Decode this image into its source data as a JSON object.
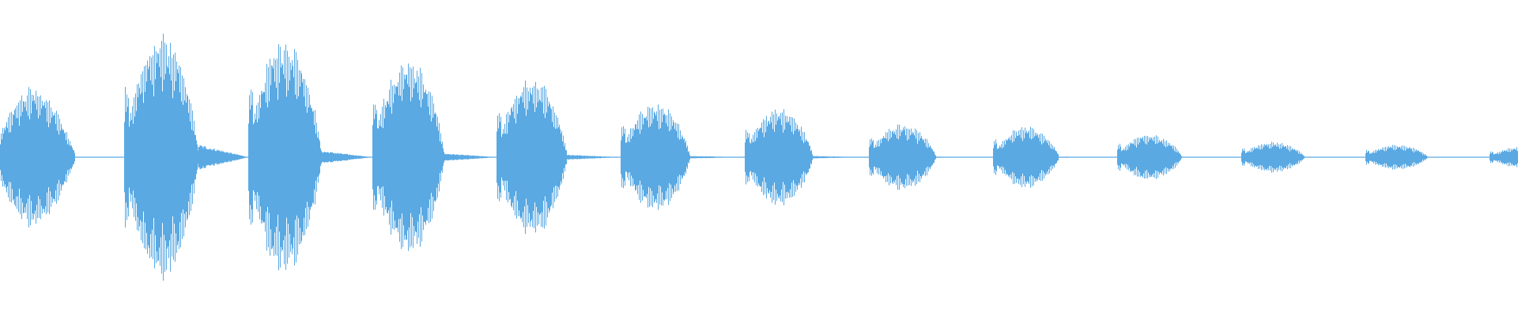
{
  "waveform": {
    "color": "#5aa9e3",
    "bursts": [
      {
        "amplitude": 0.55,
        "decay_amplitude": 0.0
      },
      {
        "amplitude": 0.96,
        "decay_amplitude": 0.1
      },
      {
        "amplitude": 0.92,
        "decay_amplitude": 0.05
      },
      {
        "amplitude": 0.78,
        "decay_amplitude": 0.03
      },
      {
        "amplitude": 0.62,
        "decay_amplitude": 0.02
      },
      {
        "amplitude": 0.42,
        "decay_amplitude": 0.01
      },
      {
        "amplitude": 0.38,
        "decay_amplitude": 0.01
      },
      {
        "amplitude": 0.26,
        "decay_amplitude": 0.005
      },
      {
        "amplitude": 0.24,
        "decay_amplitude": 0.005
      },
      {
        "amplitude": 0.18,
        "decay_amplitude": 0.003
      },
      {
        "amplitude": 0.12,
        "decay_amplitude": 0.002
      },
      {
        "amplitude": 0.1,
        "decay_amplitude": 0.002
      },
      {
        "amplitude": 0.08,
        "decay_amplitude": 0.0
      }
    ]
  }
}
